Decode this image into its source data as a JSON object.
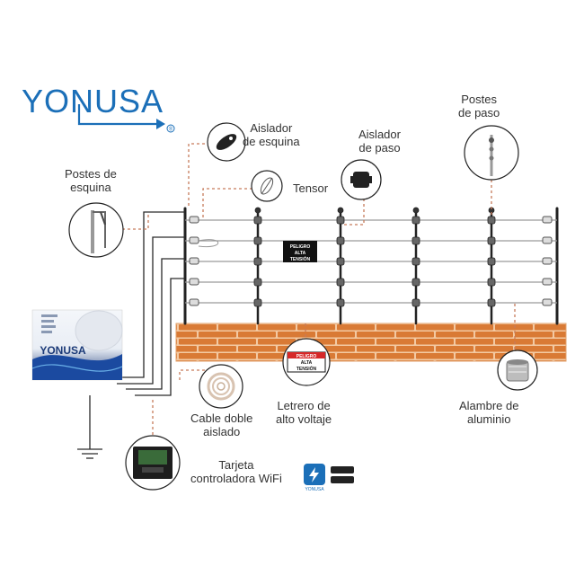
{
  "brand": {
    "logo_text": "YONUSA",
    "registered": "®",
    "colors": {
      "primary": "#1b6fb8",
      "brick": "#d97a35",
      "mortar": "#f3c9a2",
      "leader": "#c77b5a",
      "wire": "#333333"
    }
  },
  "labels": {
    "aislador_esquina": [
      "Aislador",
      "de esquina"
    ],
    "aislador_paso": [
      "Aislador",
      "de paso"
    ],
    "postes_paso": [
      "Postes",
      "de paso"
    ],
    "postes_esquina": [
      "Postes de",
      "esquina"
    ],
    "tensor": "Tensor",
    "cable_doble": [
      "Cable doble",
      "aislado"
    ],
    "letrero": [
      "Letrero de",
      "alto voltaje"
    ],
    "alambre": [
      "Alambre de",
      "aluminio"
    ],
    "tarjeta": [
      "Tarjeta",
      "controladora WiFi"
    ]
  },
  "sign": {
    "line1": "PELIGRO",
    "line2": "ALTA",
    "line3": "TENSIÓN"
  },
  "energizer": {
    "brand_text": "YONUSA"
  },
  "app": {
    "brand_text": "YONUSA"
  },
  "icons": {
    "corner_insulator": "corner-insulator-icon",
    "pass_insulator": "pass-insulator-icon",
    "pass_post": "pass-post-icon",
    "corner_post": "corner-post-icon",
    "tensor": "tensor-icon",
    "cable": "cable-coil-icon",
    "sign": "warning-sign-icon",
    "wire": "wire-spool-icon",
    "controller": "wifi-controller-icon",
    "app": "lightning-app-icon",
    "ground": "ground-icon"
  }
}
